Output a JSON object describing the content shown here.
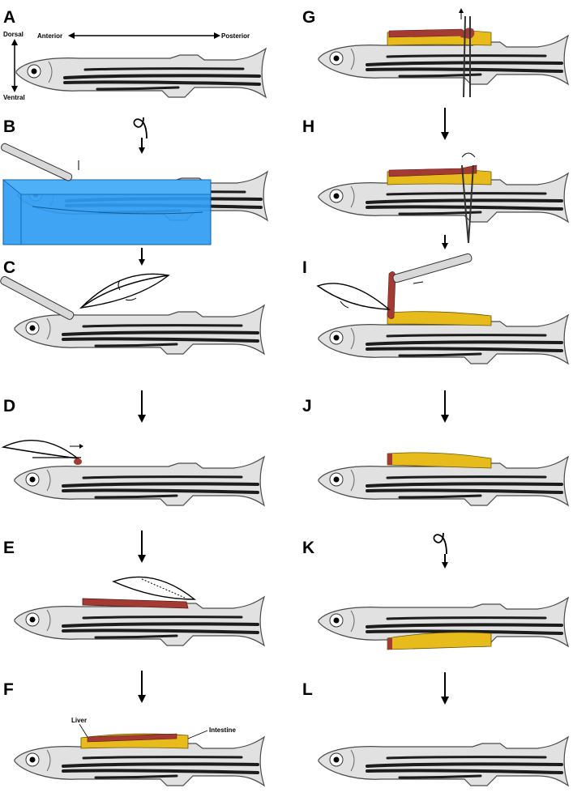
{
  "panels": [
    {
      "letter": "A"
    },
    {
      "letter": "B"
    },
    {
      "letter": "C"
    },
    {
      "letter": "D"
    },
    {
      "letter": "E"
    },
    {
      "letter": "F"
    },
    {
      "letter": "G"
    },
    {
      "letter": "H"
    },
    {
      "letter": "I"
    },
    {
      "letter": "J"
    },
    {
      "letter": "K"
    },
    {
      "letter": "L"
    }
  ],
  "orientation": {
    "dorsal": "Dorsal",
    "ventral": "Ventral",
    "anterior": "Anterior",
    "posterior": "Posterior"
  },
  "organ_labels": {
    "liver": "Liver",
    "intestine": "Intestine"
  },
  "colors": {
    "fish_body": "#e1e1e1",
    "fish_outline": "#4a4a4a",
    "stripe": "#1c1c1c",
    "liver": "#a33a33",
    "intestine": "#e8bb1c",
    "water": "#2e9cf2",
    "water_edge": "#0e5ca0"
  },
  "icons": {
    "suture": "suture-loop-icon",
    "forceps": "forceps-icon",
    "scissors": "scissors-icon",
    "tweezers": "tweezers-icon"
  }
}
